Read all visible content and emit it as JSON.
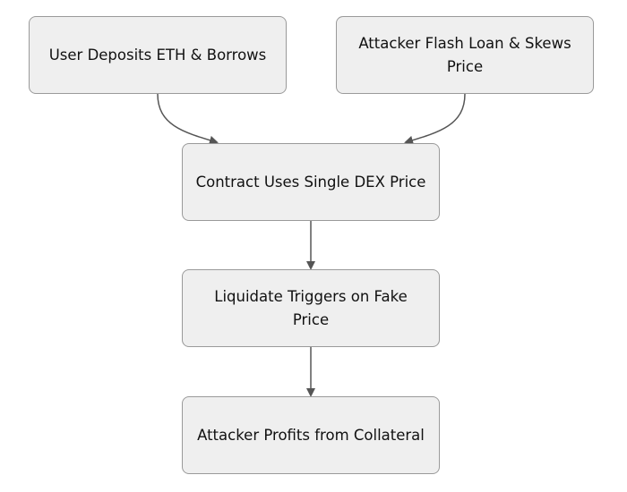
{
  "nodes": {
    "user_deposits": "User Deposits ETH & Borrows",
    "attacker_flash_loan": "Attacker Flash Loan & Skews Price",
    "contract_uses_single_dex": "Contract Uses Single DEX Price",
    "liquidate_triggers": "Liquidate Triggers on Fake Price",
    "attacker_profits": "Attacker Profits from Collateral"
  },
  "edges": [
    {
      "from": "user_deposits",
      "to": "contract_uses_single_dex"
    },
    {
      "from": "attacker_flash_loan",
      "to": "contract_uses_single_dex"
    },
    {
      "from": "contract_uses_single_dex",
      "to": "liquidate_triggers"
    },
    {
      "from": "liquidate_triggers",
      "to": "attacker_profits"
    }
  ],
  "colors": {
    "node_fill": "#efefef",
    "node_border": "#9a9a9a",
    "edge": "#555555",
    "text": "#111111"
  }
}
